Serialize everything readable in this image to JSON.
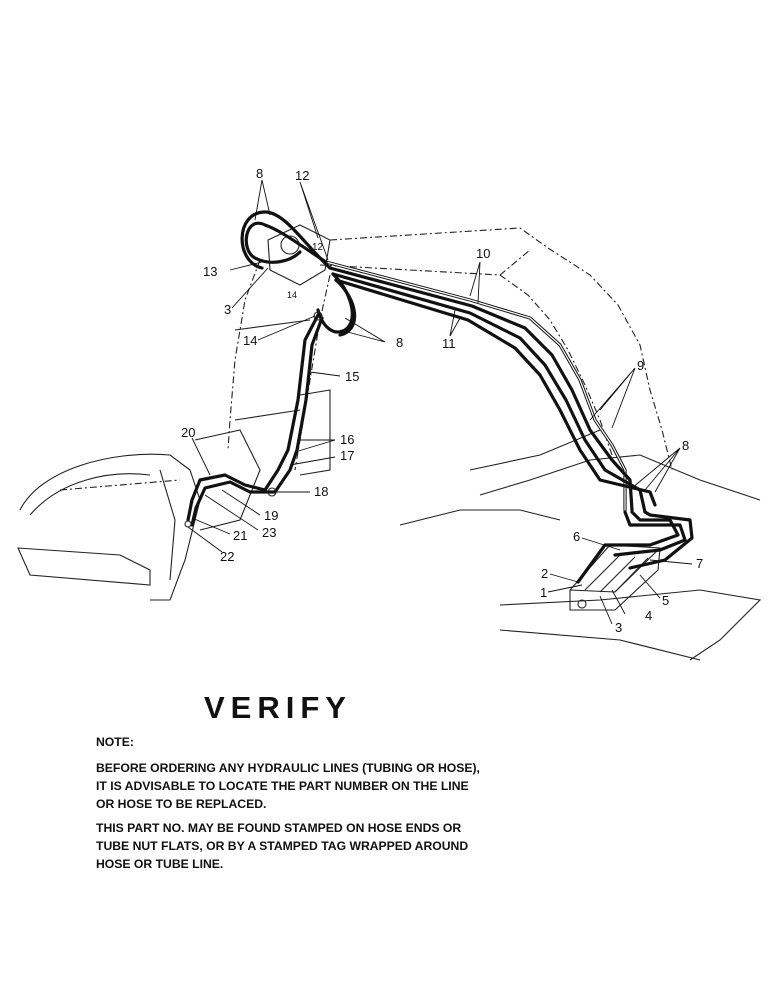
{
  "diagram": {
    "callouts": [
      "8",
      "12",
      "12",
      "10",
      "13",
      "3",
      "14",
      "14",
      "8",
      "11",
      "15",
      "9",
      "16",
      "17",
      "8",
      "18",
      "20",
      "19",
      "23",
      "21",
      "22",
      "6",
      "7",
      "2",
      "1",
      "5",
      "4",
      "3"
    ]
  },
  "title": "VERIFY",
  "note": {
    "label": "NOTE:",
    "paragraphs": [
      "BEFORE ORDERING ANY HYDRAULIC LINES (TUBING OR HOSE), IT IS ADVISABLE TO LOCATE THE PART NUMBER ON THE LINE OR HOSE TO BE REPLACED.",
      "THIS PART NO. MAY BE FOUND STAMPED ON HOSE ENDS OR TUBE NUT FLATS, OR BY A STAMPED TAG WRAPPED AROUND HOSE OR TUBE LINE."
    ]
  }
}
